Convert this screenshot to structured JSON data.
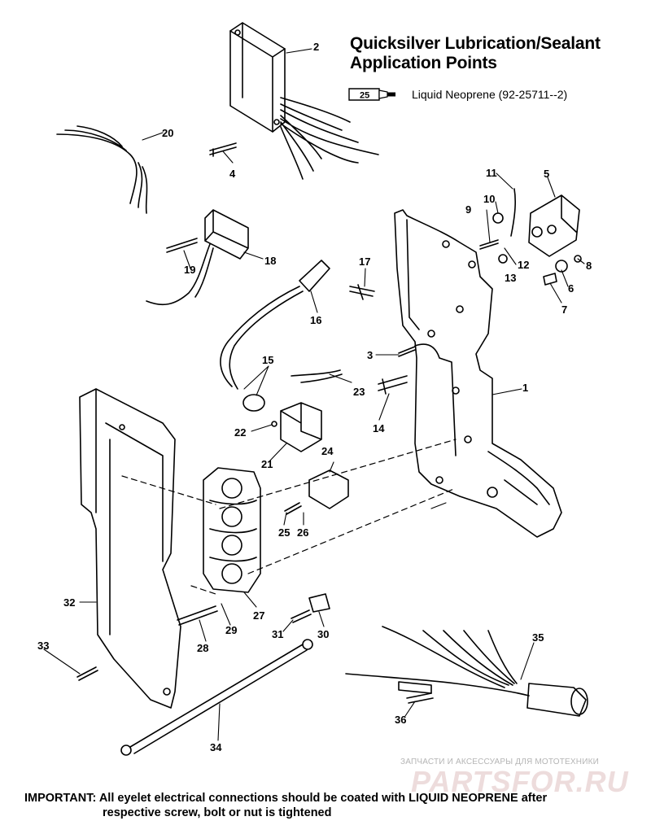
{
  "title": "Quicksilver Lubrication/Sealant Application Points",
  "legend": {
    "tube_label": "25",
    "text": "Liquid Neoprene (92-25711--2)"
  },
  "callouts": [
    "1",
    "2",
    "3",
    "4",
    "5",
    "6",
    "7",
    "8",
    "9",
    "10",
    "11",
    "12",
    "13",
    "14",
    "15",
    "16",
    "17",
    "18",
    "19",
    "20",
    "21",
    "22",
    "23",
    "24",
    "25",
    "26",
    "27",
    "28",
    "29",
    "30",
    "31",
    "32",
    "33",
    "34",
    "35",
    "36"
  ],
  "footer": {
    "line1": "IMPORTANT: All eyelet electrical connections should be coated with LIQUID NEOPRENE after",
    "line2": "respective screw, bolt or nut is tightened"
  },
  "watermark": {
    "tagline": "ЗАПЧАСТИ И АКСЕССУАРЫ ДЛЯ МОТОТЕХНИКИ",
    "logo": "PARTSFOR.RU"
  }
}
